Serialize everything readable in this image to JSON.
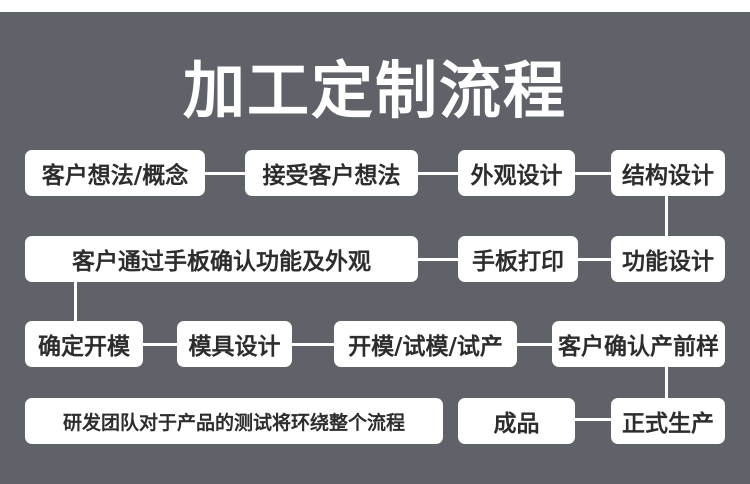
{
  "title": "加工定制流程",
  "steps": {
    "s1": "客户想法/概念",
    "s2": "接受客户想法",
    "s3": "外观设计",
    "s4": "结构设计",
    "s5": "功能设计",
    "s6": "手板打印",
    "s7": "客户通过手板确认功能及外观",
    "s8": "确定开模",
    "s9": "模具设计",
    "s10": "开模/试模/试产",
    "s11": "客户确认产前样",
    "s12": "正式生产",
    "s13": "成品",
    "s14": "研发团队对于产品的测试将环绕整个流程"
  },
  "colors": {
    "background": "#5f6269",
    "box": "#ffffff",
    "text": "#2d2d2d"
  }
}
